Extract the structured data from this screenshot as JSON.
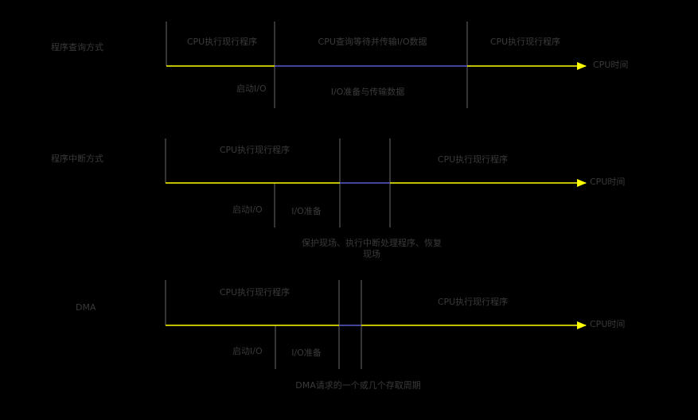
{
  "colors": {
    "background": "#000000",
    "timeline": "#ffff00",
    "busy_segment": "#3b3bb0",
    "divider": "#6a6a6a",
    "text": "#3a3a3a"
  },
  "sections": [
    {
      "method_label": "程序查询方式",
      "cpu_run_left": "CPU执行现行程序",
      "cpu_wait": "CPU查询等待并传输I/O数据",
      "cpu_run_right": "CPU执行现行程序",
      "start_io": "启动I/O",
      "io_phase": "I/O准备与传输数据",
      "axis_label": "CPU时间"
    },
    {
      "method_label": "程序中断方式",
      "cpu_run_left": "CPU执行现行程序",
      "cpu_run_right": "CPU执行现行程序",
      "start_io": "启动I/O",
      "io_phase": "I/O准备",
      "interrupt_note": "保护现场、执行中断处理程序、恢复现场",
      "axis_label": "CPU时间"
    },
    {
      "method_label": "DMA",
      "cpu_run_left": "CPU执行现行程序",
      "cpu_run_right": "CPU执行现行程序",
      "start_io": "启动I/O",
      "io_phase": "I/O准备",
      "dma_note": "DMA请求的一个或几个存取周期",
      "axis_label": "CPU时间"
    }
  ]
}
